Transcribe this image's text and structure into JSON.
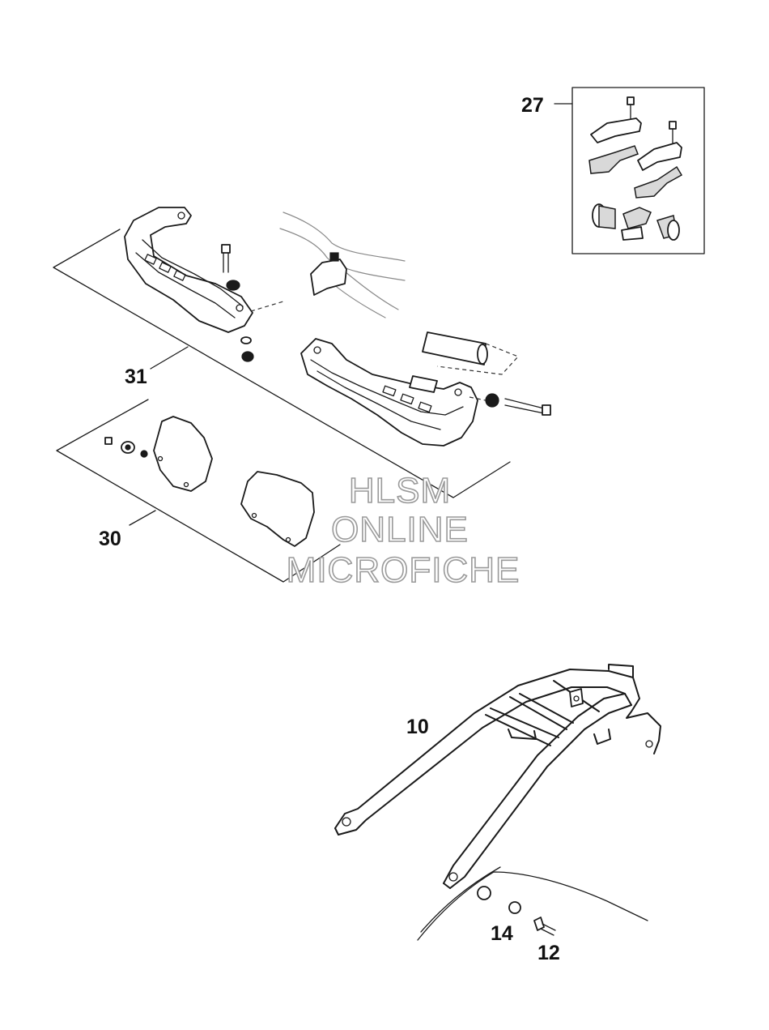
{
  "callouts": {
    "c27": "27",
    "c31": "31",
    "c30": "30",
    "c10": "10",
    "c14": "14",
    "c12": "12"
  },
  "watermark": {
    "line1": "HLSM",
    "line2": "ONLINE",
    "line3": "MICROFICHE",
    "color": "#9a9a9a"
  }
}
